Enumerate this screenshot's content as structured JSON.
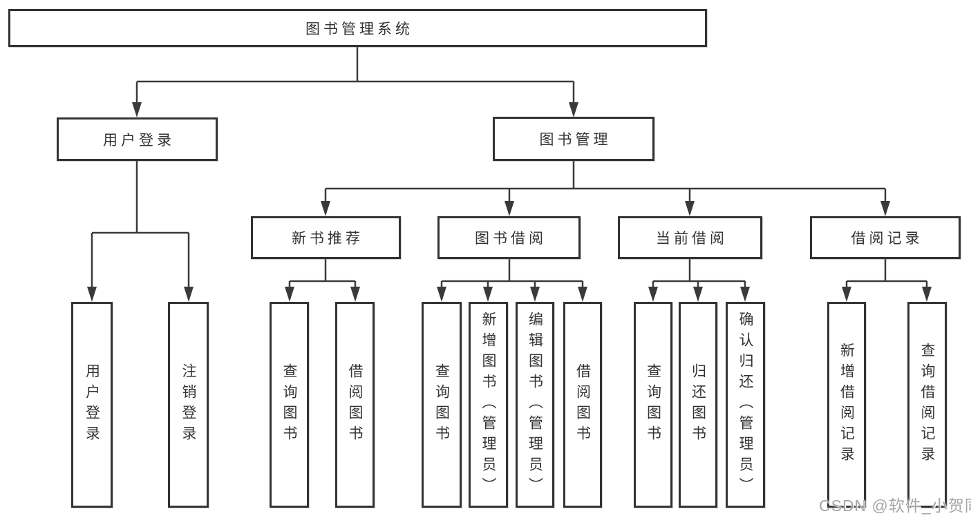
{
  "diagram": {
    "title": "图书管理系统",
    "level2": [
      {
        "label": "用户登录"
      },
      {
        "label": "图书管理"
      }
    ],
    "level3": [
      {
        "label": "新书推荐",
        "parent": "图书管理"
      },
      {
        "label": "图书借阅",
        "parent": "图书管理"
      },
      {
        "label": "当前借阅",
        "parent": "图书管理"
      },
      {
        "label": "借阅记录",
        "parent": "图书管理"
      }
    ],
    "leaves": [
      {
        "label": "用户登录",
        "parent": "用户登录"
      },
      {
        "label": "注销登录",
        "parent": "用户登录"
      },
      {
        "label": "查询图书",
        "parent": "新书推荐"
      },
      {
        "label": "借阅图书",
        "parent": "新书推荐"
      },
      {
        "label": "查询图书",
        "parent": "图书借阅"
      },
      {
        "label": "新增图书（管理员）",
        "parent": "图书借阅"
      },
      {
        "label": "编辑图书（管理员）",
        "parent": "图书借阅"
      },
      {
        "label": "借阅图书",
        "parent": "图书借阅"
      },
      {
        "label": "查询图书",
        "parent": "当前借阅"
      },
      {
        "label": "归还图书",
        "parent": "当前借阅"
      },
      {
        "label": "确认归还（管理员）",
        "parent": "当前借阅"
      },
      {
        "label": "新增借阅记录",
        "parent": "借阅记录"
      },
      {
        "label": "查询借阅记录",
        "parent": "借阅记录"
      }
    ]
  },
  "watermark": "CSDN @软件_小贺同学",
  "colors": {
    "line": "#3a3a3a",
    "box_border": "#333333",
    "text": "#333333",
    "background": "#ffffff",
    "watermark": "#a6a6a6"
  }
}
